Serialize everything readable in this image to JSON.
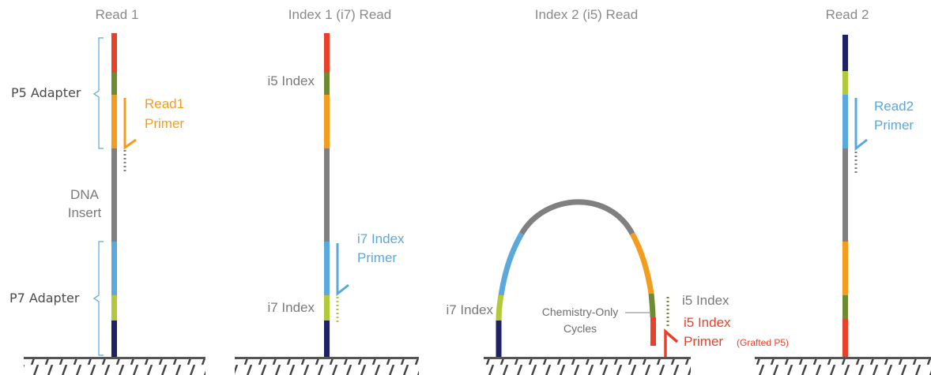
{
  "colors": {
    "red": "#e8412b",
    "olive": "#6e8a32",
    "orange": "#f39c1e",
    "gray": "#808080",
    "blue": "#5aa8dc",
    "lime": "#b4c83c",
    "navy": "#1e2264",
    "label_gray": "#8a8a8a",
    "label_dark": "#4a4a4a"
  },
  "panels": {
    "read1": {
      "title": "Read 1",
      "p5_adapter": "P5 Adapter",
      "primer_line1": "Read1",
      "primer_line2": "Primer",
      "insert_line1": "DNA",
      "insert_line2": "Insert",
      "p7_adapter": "P7 Adapter"
    },
    "index1": {
      "title": "Index 1 (i7) Read",
      "i5_index": "i5 Index",
      "primer_line1": "i7 Index",
      "primer_line2": "Primer",
      "i7_index": "i7 Index"
    },
    "index2": {
      "title": "Index 2 (i5) Read",
      "i7_index": "i7 Index",
      "chem_line1": "Chemistry-Only",
      "chem_line2": "Cycles",
      "i5_index": "i5 Index",
      "primer_line1": "i5 Index",
      "primer_line2": "Primer",
      "grafted": "(Grafted P5)"
    },
    "read2": {
      "title": "Read 2",
      "primer_line1": "Read2",
      "primer_line2": "Primer"
    }
  }
}
